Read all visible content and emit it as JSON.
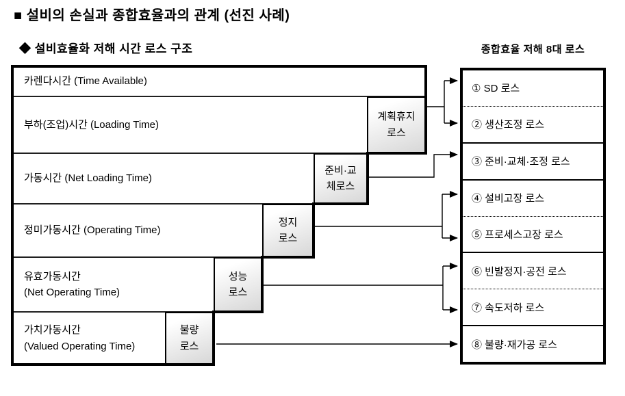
{
  "title": "■ 설비의 손실과 종합효율과의 관계 (선진 사례)",
  "section_title": "◆ 설비효율화 저해 시간 로스 구조",
  "diagram": {
    "rows": [
      {
        "lines": [
          "카렌다시간 (Time Available)",
          ""
        ]
      },
      {
        "lines": [
          "부하(조업)시간 (Loading Time)",
          ""
        ],
        "loss": {
          "text": "계획휴지 로스",
          "lines": [
            "계획휴지",
            "로스"
          ]
        }
      },
      {
        "lines": [
          "가동시간 (Net Loading Time)",
          ""
        ],
        "loss": {
          "text": "준비·교체로스",
          "lines": [
            "준비·교",
            "체로스"
          ]
        }
      },
      {
        "lines": [
          "정미가동시간 (Operating Time)",
          ""
        ],
        "loss": {
          "text": "정지 로스",
          "lines": [
            "정지",
            "로스"
          ]
        }
      },
      {
        "lines": [
          "유효가동시간",
          "(Net Operating Time)"
        ],
        "loss": {
          "text": "성능 로스",
          "lines": [
            "성능",
            "로스"
          ]
        }
      },
      {
        "lines": [
          "가치가동시간",
          "(Valued Operating Time)"
        ],
        "loss": {
          "text": "불량 로스",
          "lines": [
            "불량",
            "로스"
          ]
        }
      }
    ]
  },
  "eight_losses": {
    "header": "종합효율 저해 8대 로스",
    "items": [
      {
        "label": "① SD 로스"
      },
      {
        "label": "② 생산조정 로스"
      },
      {
        "label": "③ 준비·교체·조정 로스"
      },
      {
        "label": "④ 설비고장 로스"
      },
      {
        "label": "⑤ 프로세스고장 로스"
      },
      {
        "label": "⑥ 빈발정지·공전 로스"
      },
      {
        "label": "⑦ 속도저하 로스"
      },
      {
        "label": "⑧ 불량·재가공 로스"
      }
    ]
  },
  "colors": {
    "line": "#000000",
    "background": "#ffffff",
    "loss_box_gradient_start": "#ffffff",
    "loss_box_gradient_end": "#d9d9d9"
  }
}
